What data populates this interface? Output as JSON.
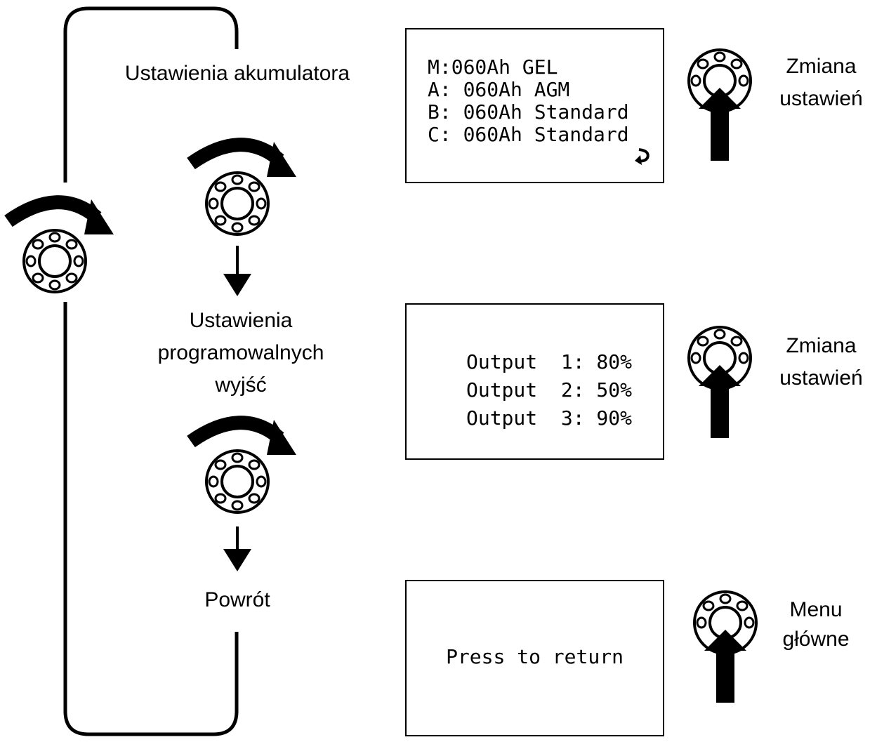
{
  "steps": [
    {
      "label": "Ustawienia akumulatora"
    },
    {
      "label_lines": [
        "Ustawienia",
        "programowalnych",
        "wyjść"
      ]
    },
    {
      "label": "Powrót"
    }
  ],
  "screens": {
    "battery": {
      "lines": [
        "M:060Ah GEL",
        "A: 060Ah AGM",
        "B: 060Ah Standard",
        "C: 060Ah Standard"
      ],
      "enter_icon": "return-arrow-icon"
    },
    "outputs": {
      "lines": [
        "Output  1: 80%",
        "Output  2: 50%",
        "Output  3: 90%"
      ]
    },
    "return": {
      "text": "Press to return"
    }
  },
  "actions": {
    "battery": [
      "Zmiana",
      "ustawień"
    ],
    "outputs": [
      "Zmiana",
      "ustawień"
    ],
    "return": [
      "Menu",
      "główne"
    ]
  },
  "icons": {
    "rotate": "knob-rotate-icon",
    "press": "knob-press-icon"
  }
}
